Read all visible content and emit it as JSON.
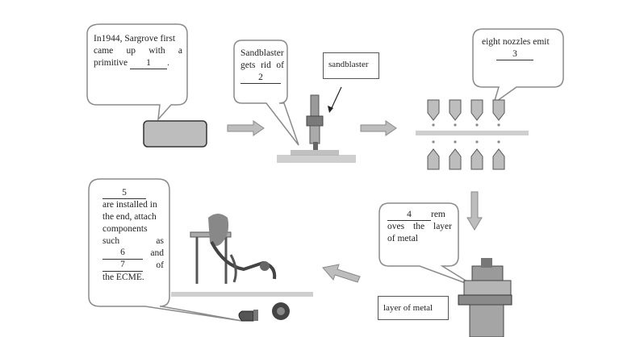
{
  "step1": {
    "lines": [
      "In1944, Sargrove first",
      "came up with a"
    ],
    "tail_prefix": "primitive ",
    "blank": "1",
    "tail_suffix": "."
  },
  "step2": {
    "lines": [
      "Sandblaster",
      "gets rid of"
    ],
    "blank": "2",
    "tool_label": "sandblaster"
  },
  "step3": {
    "line": "eight nozzles emit",
    "blank": "3"
  },
  "step4": {
    "blank": "4",
    "after_blank": "rem",
    "lines": [
      "oves the layer",
      "of metal"
    ],
    "label": "layer of metal"
  },
  "step5": {
    "blank5": "5",
    "lines": [
      "are installed in",
      "the end, attach",
      "components"
    ],
    "such": "such",
    "as": "as",
    "blank6": "6",
    "and": "and",
    "blank7": "7",
    "of": "of",
    "last": "the ECME."
  },
  "colors": {
    "bubble_stroke": "#888888",
    "arrow_fill": "#bdbdbd",
    "arrow_stroke": "#8a8a8a",
    "block_fill": "#bdbdbd"
  }
}
